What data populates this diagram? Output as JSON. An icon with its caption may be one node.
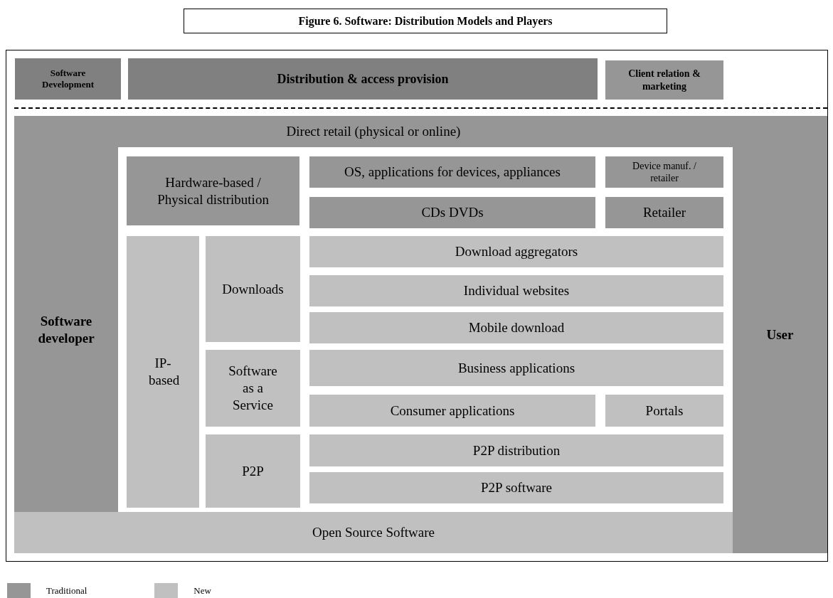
{
  "diagram": {
    "title": "Figure 6. Software:  Distribution Models and Players",
    "nodes": [
      {
        "text": [
          "Software Development"
        ]
      },
      {
        "text": [
          "Distribution & access provision"
        ]
      },
      {
        "text": [
          "Client relation & marketing"
        ]
      },
      {
        "text": [
          "Direct retail (physical or online)"
        ]
      },
      {
        "text": [
          "Software developer"
        ]
      },
      {
        "text": [
          "Hardware-based / Physical distribution"
        ]
      },
      {
        "text": [
          "OS, applications for devices, appliances"
        ]
      },
      {
        "text": [
          "Device manuf. / retailer"
        ]
      },
      {
        "text": [
          "CDs DVDs"
        ]
      },
      {
        "text": [
          "Retailer"
        ]
      },
      {
        "text": [
          "IP-based"
        ]
      },
      {
        "text": [
          "Downloads"
        ]
      },
      {
        "text": [
          "Download aggregators"
        ]
      },
      {
        "text": [
          "Individual websites"
        ]
      },
      {
        "text": [
          "Mobile download"
        ]
      },
      {
        "text": [
          "Software as a Service"
        ]
      },
      {
        "text": [
          "Business applications"
        ]
      },
      {
        "text": [
          "Consumer applications"
        ]
      },
      {
        "text": [
          "Portals"
        ]
      },
      {
        "text": [
          "P2P"
        ]
      },
      {
        "text": [
          "P2P distribution"
        ]
      },
      {
        "text": [
          "P2P software"
        ]
      },
      {
        "text": [
          "User"
        ]
      },
      {
        "text": [
          "Open Source Software"
        ]
      }
    ],
    "legend": [
      {
        "text": "Traditional",
        "color": "#969696"
      },
      {
        "text": "New",
        "color": "#c0c0c0"
      }
    ]
  }
}
